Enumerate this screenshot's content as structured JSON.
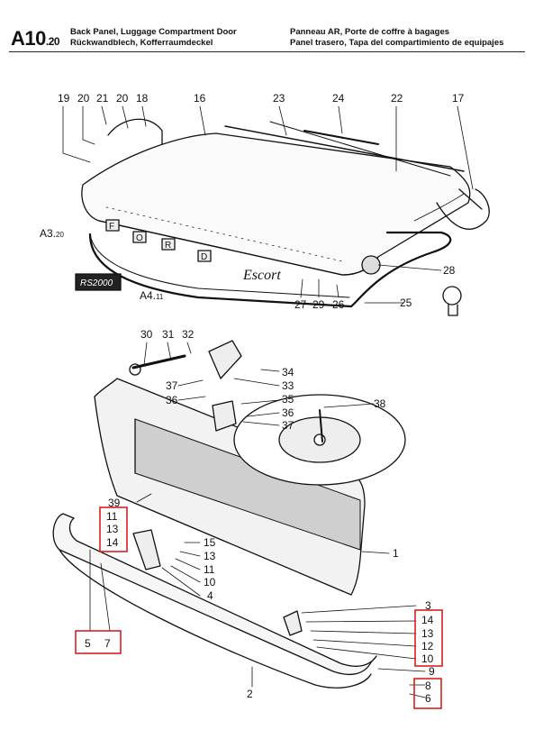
{
  "header": {
    "page_code": "A10",
    "page_sub": ".20",
    "title_en": "Back Panel, Luggage Compartment Door",
    "title_de": "Rückwandblech, Kofferraumdeckel",
    "title_fr": "Panneau AR, Porte de coffre à bagages",
    "title_es": "Panel trasero, Tapa del compartimiento de equipajes"
  },
  "cross_refs": {
    "a3": "A3.",
    "a3_sub": "20",
    "a4": "A4.",
    "a4_sub": "11"
  },
  "badge_text": "RS2000",
  "script_text": "Escort",
  "letters": [
    "F",
    "O",
    "R",
    "D"
  ],
  "callouts": [
    "19",
    "20",
    "21",
    "20",
    "18",
    "16",
    "23",
    "24",
    "22",
    "17",
    "28",
    "27",
    "29",
    "26",
    "25",
    "30",
    "31",
    "32",
    "34",
    "37",
    "36",
    "33",
    "35",
    "36",
    "37",
    "38",
    "39",
    "11",
    "13",
    "14",
    "15",
    "13",
    "11",
    "10",
    "4",
    "1",
    "5",
    "7",
    "3",
    "14",
    "13",
    "12",
    "10",
    "9",
    "8",
    "6",
    "2"
  ],
  "highlight_color": "#d62020"
}
